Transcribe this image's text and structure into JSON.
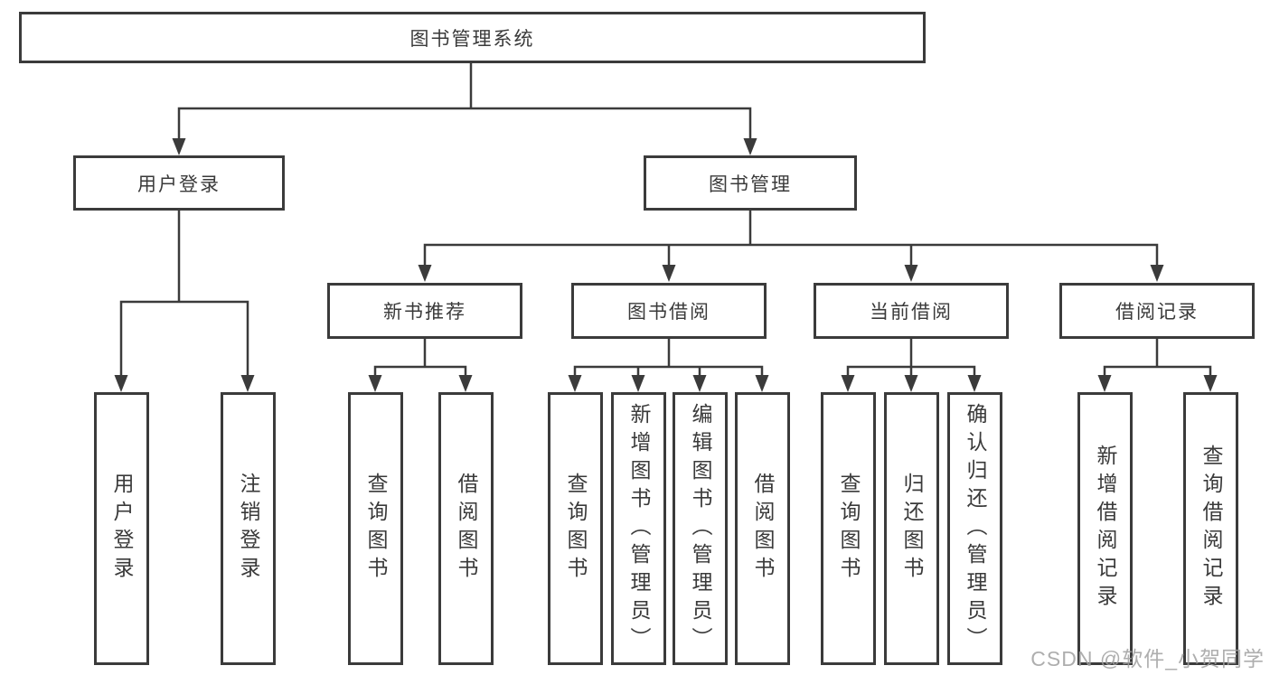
{
  "tree": {
    "root": "图书管理系统",
    "level2": [
      "用户登录",
      "图书管理"
    ],
    "level3": [
      "新书推荐",
      "图书借阅",
      "当前借阅",
      "借阅记录"
    ],
    "leaf_groups": [
      [
        "用户登录",
        "注销登录"
      ],
      [
        "查询图书",
        "借阅图书"
      ],
      [
        "查询图书",
        "新增图书（管理员）",
        "编辑图书（管理员）",
        "借阅图书"
      ],
      [
        "查询图书",
        "归还图书",
        "确认归还（管理员）"
      ],
      [
        "新增借阅记录",
        "查询借阅记录"
      ]
    ]
  },
  "watermark": {
    "text": "CSDN @软件_小贺同学"
  },
  "colors": {
    "line": "#3b3b3b",
    "text": "#3a3a3a",
    "background": "#ffffff",
    "watermark": "#a0a0a0"
  }
}
